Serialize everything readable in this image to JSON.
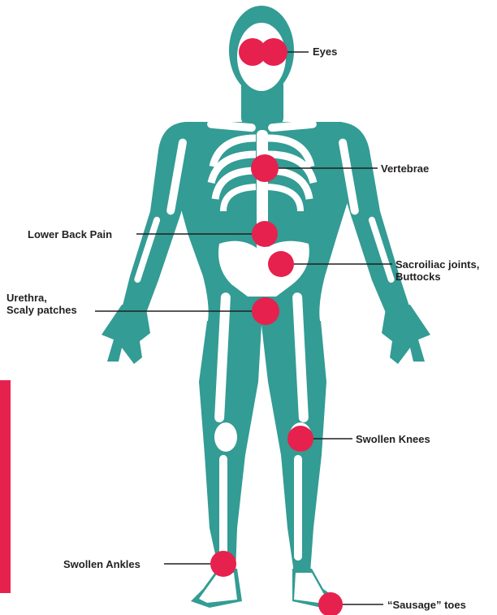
{
  "colors": {
    "body": "#339c94",
    "bone": "#ffffff",
    "marker": "#e6214e",
    "text": "#231f20",
    "accent_bar": "#e6214e"
  },
  "labels": {
    "eyes": "Eyes",
    "vertebrae": "Vertebrae",
    "lower_back": "Lower Back Pain",
    "sacroiliac_line1": "Sacroiliac joints,",
    "sacroiliac_line2": "Buttocks",
    "urethra_line1": "Urethra,",
    "urethra_line2": "Scaly patches",
    "knees": "Swollen Knees",
    "ankles": "Swollen Ankles",
    "toes": "“Sausage” toes"
  }
}
